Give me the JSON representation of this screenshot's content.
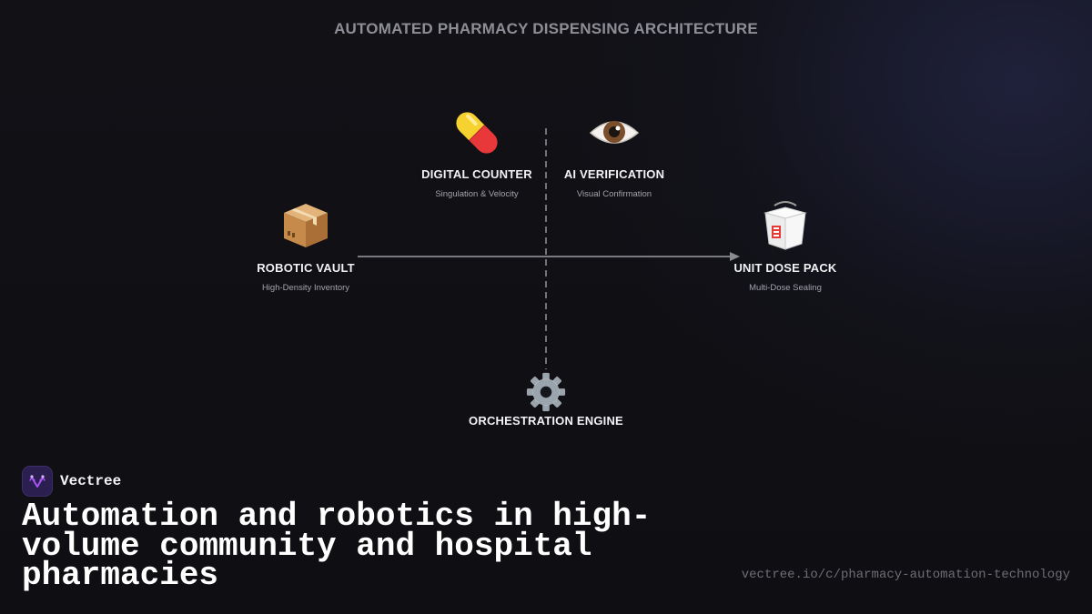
{
  "diagram": {
    "title": "AUTOMATED PHARMACY DISPENSING ARCHITECTURE",
    "nodes": [
      {
        "id": "digital-counter",
        "icon": "pill-icon",
        "label": "DIGITAL COUNTER",
        "sublabel": "Singulation & Velocity"
      },
      {
        "id": "ai-verification",
        "icon": "eye-icon",
        "label": "AI VERIFICATION",
        "sublabel": "Visual Confirmation"
      },
      {
        "id": "robotic-vault",
        "icon": "package-icon",
        "label": "ROBOTIC VAULT",
        "sublabel": "High-Density Inventory"
      },
      {
        "id": "unit-dose-pack",
        "icon": "takeout-box-icon",
        "label": "UNIT DOSE PACK",
        "sublabel": "Multi-Dose Sealing"
      },
      {
        "id": "orchestration-engine",
        "icon": "gear-icon",
        "label": "ORCHESTRATION ENGINE"
      }
    ],
    "edges": [
      {
        "from": "robotic-vault",
        "to": "unit-dose-pack",
        "style": "solid",
        "arrow": true
      },
      {
        "from": "orchestration-engine",
        "to": "digital-counter / ai-verification",
        "style": "dashed",
        "arrow": false
      }
    ],
    "colors": {
      "label": "#f2f2f4",
      "sublabel": "#a3a3ab",
      "connector": "#8a8a90",
      "title": "#8e8e96"
    }
  },
  "brand": {
    "name": "Vectree",
    "logo_icon": "vectree-logo-icon",
    "logo_color": "#2a1f4f",
    "accent": "#a855f7"
  },
  "headline": "Automation and robotics in high-volume community and hospital pharmacies",
  "url": "vectree.io/c/pharmacy-automation-technology"
}
